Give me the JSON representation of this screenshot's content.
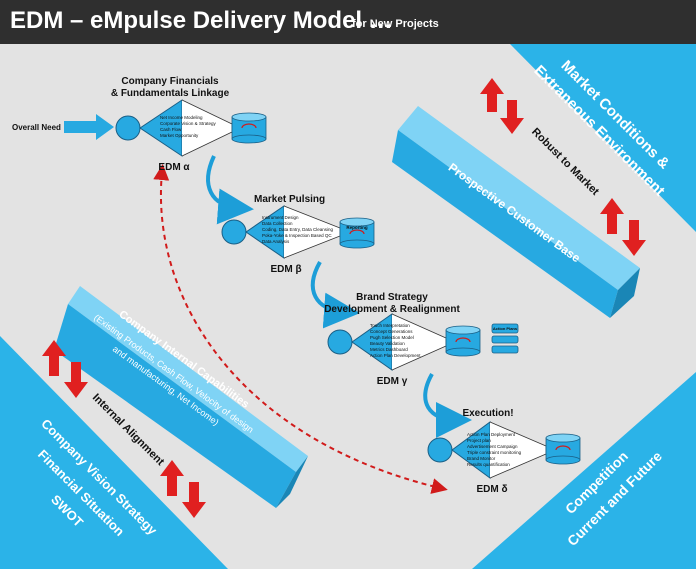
{
  "header": {
    "title": "EDM – eMpulse Delivery Model …",
    "subtitle": "for New Projects"
  },
  "colors": {
    "band": "#2bb3e8",
    "band_dark": "#1c8fc0",
    "band_top": "#7fd3f5",
    "arrow_red": "#e02020",
    "node": "#27a9e1",
    "dashed_red": "#d11b1b",
    "header_bg": "#2f2f2f"
  },
  "bands": {
    "market_title_1": "Market Conditions &",
    "market_title_2": "Extraneous Environment",
    "robust": "Robust to Market",
    "prospective": "Prospective Customer Base",
    "internal_cap_1": "Company Internal Capabilities",
    "internal_cap_2": "(Existing Products, Cash Flow, Velocity of design",
    "internal_cap_3": "and manufacturing, Net Income)",
    "internal_alignment": "Internal Alignment",
    "vision_1": "Company Vision  Strategy",
    "vision_2": "Financial Situation",
    "vision_3": "SWOT",
    "competition_1": "Competition",
    "competition_2": "Current and Future"
  },
  "stages": {
    "overall_need": "Overall Need",
    "alpha": {
      "title_1": "Company Financials",
      "title_2": "& Fundamentals Linkage",
      "label": "EDM α",
      "items": [
        "Net Income Modeling",
        "Corporate Vision & Strategy",
        "Cash Flow",
        "Market Opportunity"
      ]
    },
    "beta": {
      "title": "Market Pulsing",
      "label": "EDM β",
      "items": [
        "Instrument Design",
        "Data Collection",
        "Coding, Data Entry, Data Cleansing",
        "Poka-Yoke & Inspection Based QC",
        "Data Analysis"
      ],
      "reporting": "Reporting"
    },
    "gamma": {
      "title_1": "Brand Strategy",
      "title_2": "Development & Realignment",
      "label": "EDM γ",
      "items": [
        "Touch Interpretation",
        "Concept Generations",
        "Pugh Selection Model",
        "Beauty Validation",
        "Metrics Dashboard",
        "Action Plan Development"
      ],
      "screen": "Action Plans"
    },
    "delta": {
      "title": "Execution!",
      "label": "EDM δ",
      "items": [
        "Action Plan Deployment",
        "Project plan",
        "Advertisement Campaign",
        "Triple constraint monitoring",
        "Brand Monitor",
        "Results quantification"
      ]
    }
  }
}
